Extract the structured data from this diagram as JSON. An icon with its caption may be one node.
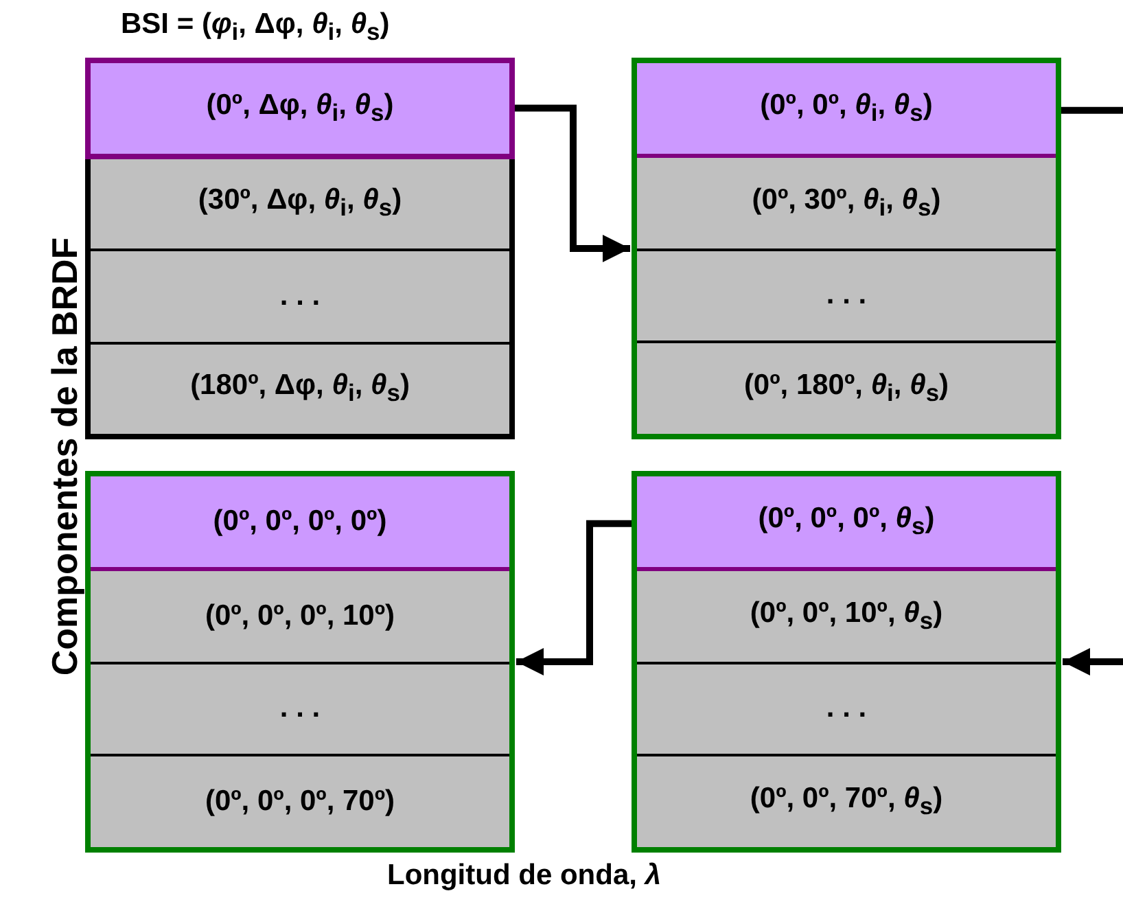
{
  "diagram": {
    "nodes": [
      {
        "text": [],
        "shape": "box"
      },
      {
        "text": [
          "(0º, Δφ, *θ*$_{i}$, *θ*$_{s}$)"
        ],
        "in": 0
      },
      {
        "text": [
          "(30º, Δφ, *θ*$_{i}$, *θ*$_{s}$)"
        ],
        "in": 0
      },
      {
        "text": [
          ". . ."
        ],
        "in": 0
      },
      {
        "text": [
          "(180º, Δφ, *θ*$_{i}$, *θ*$_{s}$)"
        ],
        "in": 0
      },
      {
        "text": [],
        "shape": "box"
      },
      {
        "text": [
          "(0º, 0º, *θ*$_{i}$, *θ*$_{s}$)"
        ],
        "in": 5
      },
      {
        "text": [
          "(0º, 30º, *θ*$_{i}$, *θ*$_{s}$)"
        ],
        "in": 5
      },
      {
        "text": [
          ". . ."
        ],
        "in": 5
      },
      {
        "text": [
          "(0º, 180º, *θ*$_{i}$, *θ*$_{s}$)"
        ],
        "in": 5
      },
      {
        "text": [],
        "shape": "box"
      },
      {
        "text": [
          "(0º, 0º, 0º, 0º)"
        ],
        "in": 10
      },
      {
        "text": [
          "(0º, 0º, 0º, 10º)"
        ],
        "in": 10
      },
      {
        "text": [
          ". . ."
        ],
        "in": 10
      },
      {
        "text": [
          "(0º, 0º, 0º, 70º)"
        ],
        "in": 10
      },
      {
        "text": [],
        "shape": "box"
      },
      {
        "text": [
          "(0º, 0º, 0º, *θ*$_{s}$)"
        ],
        "in": 15
      },
      {
        "text": [
          "(0º, 0º, 10º, *θ*$_{s}$)"
        ],
        "in": 15
      },
      {
        "text": [
          ". . ."
        ],
        "in": 15
      },
      {
        "text": [
          "(0º, 0º, 70º, *θ*$_{s}$)"
        ],
        "in": 15
      }
    ],
    "edges": [
      {
        "from": 1,
        "to": 5,
        "arrow": "to"
      },
      {
        "from": 6,
        "to": null,
        "arrow": "none"
      },
      {
        "from": null,
        "to": 15,
        "arrow": "to"
      },
      {
        "from": 16,
        "to": 10,
        "arrow": "to"
      }
    ],
    "labels": [
      "BSI = (*φ*$_{i}$, Δφ, *θ*$_{i}$, *θ*$_{s}$)",
      "Componentes de la BRDF",
      "Longitud de onda, *λ*"
    ]
  }
}
